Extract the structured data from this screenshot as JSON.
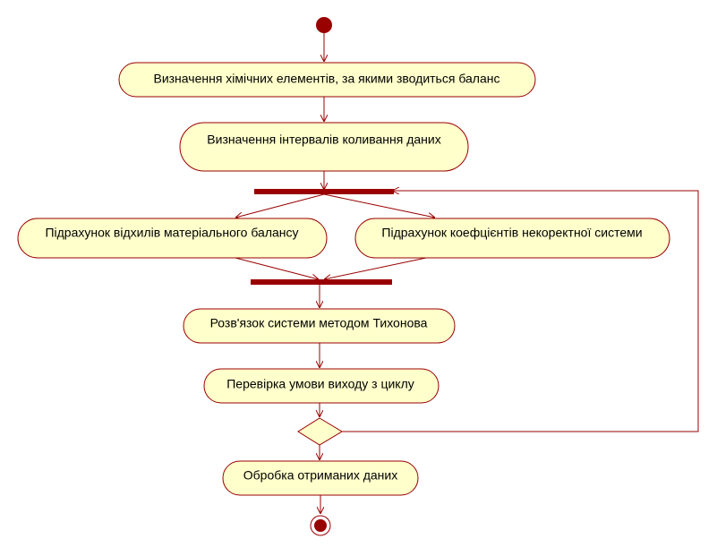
{
  "diagram": {
    "activities": {
      "define_elements": "Визначення хімічних елементів, за якими зводиться баланс",
      "define_intervals": "Визначення інтервалів коливання даних",
      "calc_deviations": "Підрахунок відхилів матеріального балансу",
      "calc_coefficients": "Підрахунок коефцієнтів некоректної системи",
      "solve_tikhonov": "Розв'язок системи методом Тихонова",
      "check_exit": "Перевірка умови виходу з циклу",
      "process_results": "Обробка отриманих даних"
    },
    "colors": {
      "activity_fill": "#ffffcc",
      "line": "#990000",
      "node_fill": "#990000",
      "background": "#ffffff"
    }
  }
}
